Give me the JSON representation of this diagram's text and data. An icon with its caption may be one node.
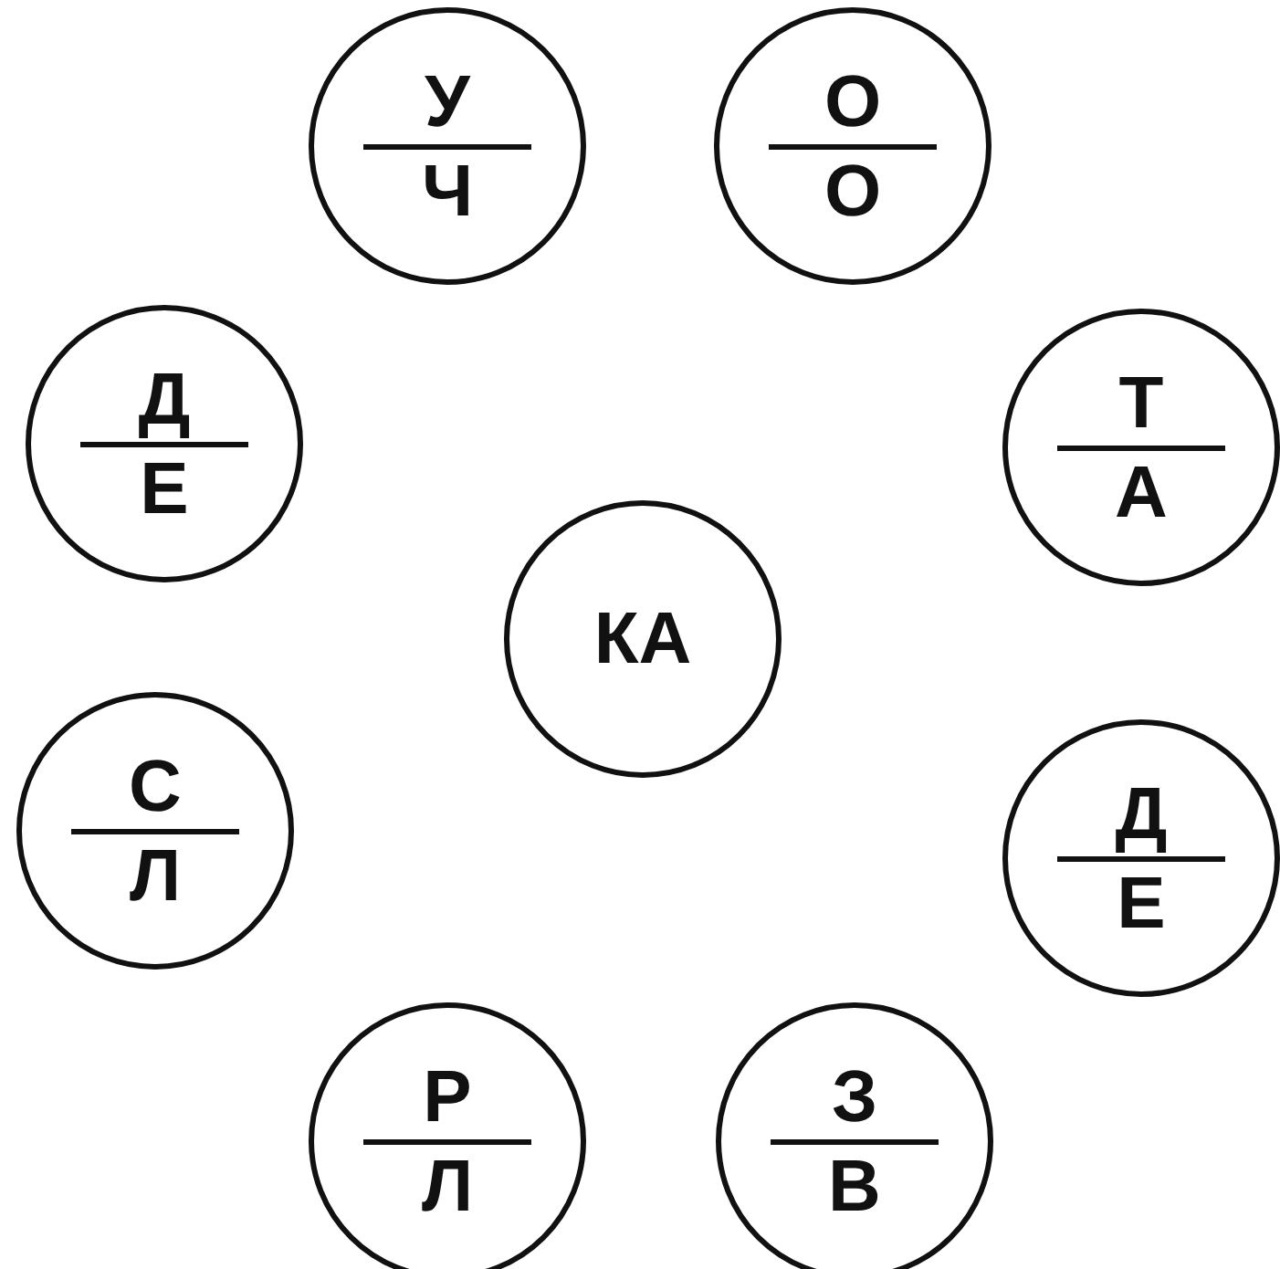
{
  "diagram": {
    "nodes": [
      {
        "text": [
          "У",
          "Ч"
        ]
      },
      {
        "text": [
          "О",
          "О"
        ]
      },
      {
        "text": [
          "Д",
          "Е"
        ]
      },
      {
        "text": [
          "Т",
          "А"
        ]
      },
      {
        "text": [
          "КА"
        ]
      },
      {
        "text": [
          "С",
          "Л"
        ]
      },
      {
        "text": [
          "Д",
          "Е"
        ]
      },
      {
        "text": [
          "Р",
          "Л"
        ]
      },
      {
        "text": [
          "З",
          "В"
        ]
      }
    ]
  }
}
